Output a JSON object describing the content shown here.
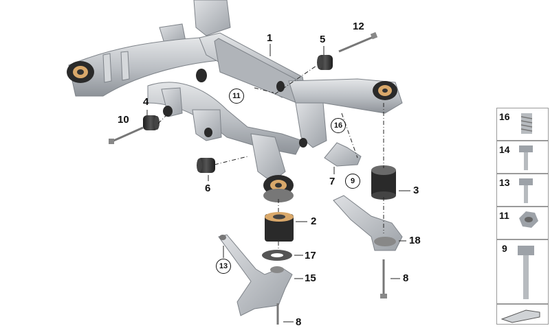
{
  "callouts": {
    "c1": "1",
    "c2": "2",
    "c3": "3",
    "c4": "4",
    "c5": "5",
    "c6": "6",
    "c7": "7",
    "c8a": "8",
    "c8b": "8",
    "c9": "9",
    "c10": "10",
    "c11": "11",
    "c12": "12",
    "c13": "13",
    "c15": "15",
    "c16": "16",
    "c17": "17",
    "c18": "18"
  },
  "legend": {
    "items": [
      "16",
      "14",
      "13",
      "11",
      "9"
    ]
  },
  "colors": {
    "subframe": "#c3c6ca",
    "subframe_shadow": "#8f949a",
    "bushing_rubber": "#2a2a2a",
    "bushing_metal": "#d9a86a",
    "line": "#222222"
  }
}
